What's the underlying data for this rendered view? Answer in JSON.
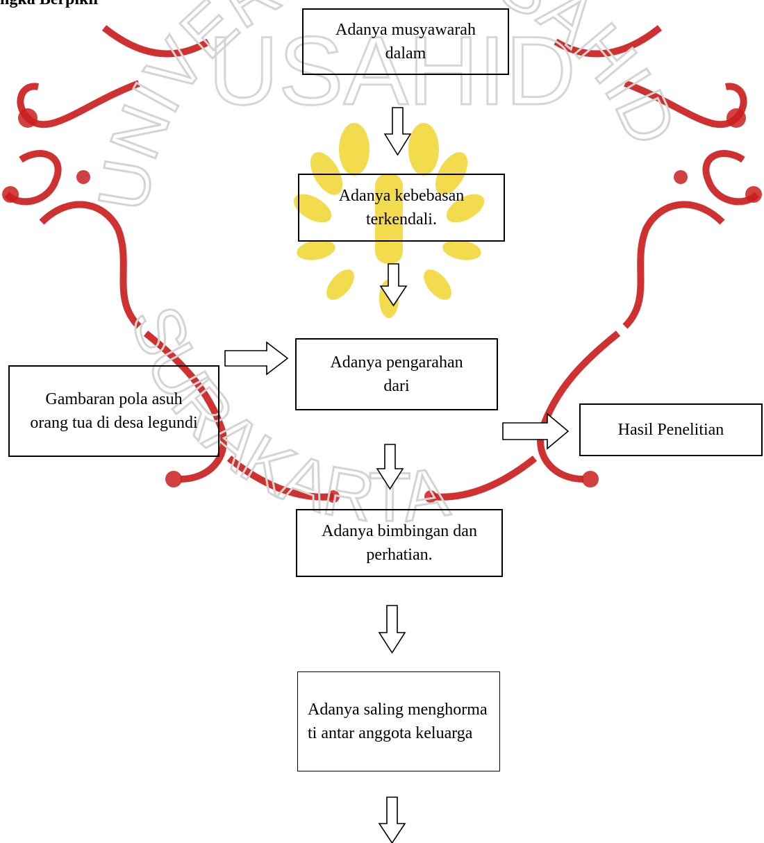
{
  "heading": "ngka Berpikir",
  "watermark": {
    "arc_top": "UNIVERSITAS SAHID",
    "center": "USAHID",
    "arc_bottom": "SURAKARTA",
    "ornament_color": "#cc1f1f",
    "emblem_color": "#f2d530"
  },
  "boxes": {
    "musyawarah": "Adanya musyawarah dalam",
    "kebebasan": "Adanya kebebasan terkendali.",
    "pengarahan": "Adanya pengarahan dari",
    "gambaran": "Gambaran pola asuh orang tua di desa legundi",
    "hasil": "Hasil Penelitian",
    "bimbingan": "Adanya bimbingan dan perhatian.",
    "menghormati": "Adanya saling menghorma ti antar anggota keluarga"
  }
}
